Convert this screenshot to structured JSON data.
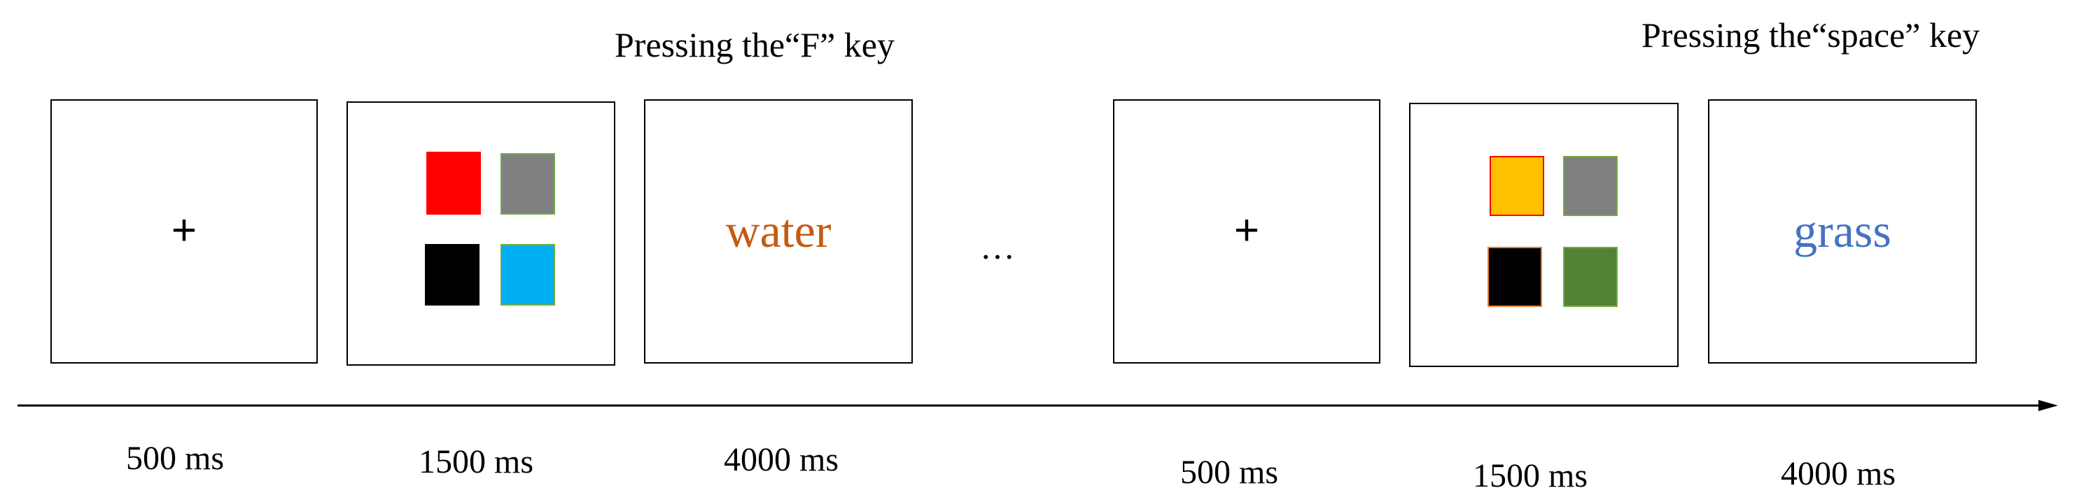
{
  "annotations": {
    "press_f": "Pressing the“F” key",
    "press_space": "Pressing the“space” key"
  },
  "trial1": {
    "fixation": "+",
    "word": "water",
    "word_color": "#C55A11",
    "squares": [
      "#FF0000",
      "#808080",
      "#000000",
      "#00B0F0"
    ]
  },
  "trial2": {
    "fixation": "+",
    "word": "grass",
    "word_color": "#4472C4",
    "squares": [
      "#FFC000",
      "#808080",
      "#000000",
      "#548235"
    ]
  },
  "ellipsis": "…",
  "timings": [
    "500 ms",
    "1500 ms",
    "4000 ms",
    "500 ms",
    "1500 ms",
    "4000 ms"
  ]
}
